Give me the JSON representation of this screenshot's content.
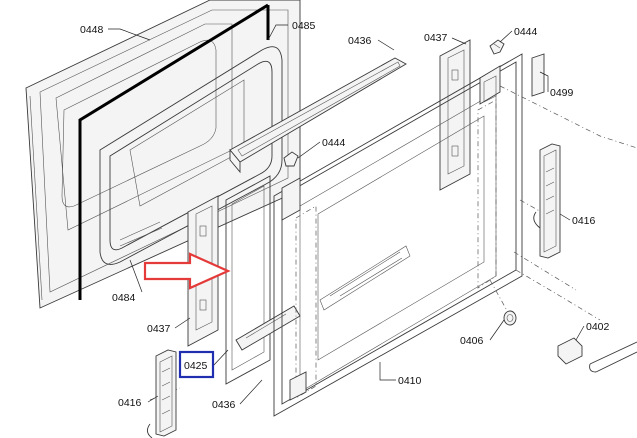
{
  "diagram": {
    "labels": {
      "l0448": "0448",
      "l0485": "0485",
      "l0436a": "0436",
      "l0437a": "0437",
      "l0444a": "0444",
      "l0499": "0499",
      "l0444b": "0444",
      "l0416a": "0416",
      "l0484": "0484",
      "l0437b": "0437",
      "l0425": "0425",
      "l0406": "0406",
      "l0402": "0402",
      "l0410": "0410",
      "l0416b": "0416",
      "l0436b": "0436"
    },
    "colors": {
      "highlight_box": "#1f2fb0",
      "arrow_stroke": "#e53a3a",
      "gasket": "#000000"
    },
    "highlighted_part": "0425"
  }
}
